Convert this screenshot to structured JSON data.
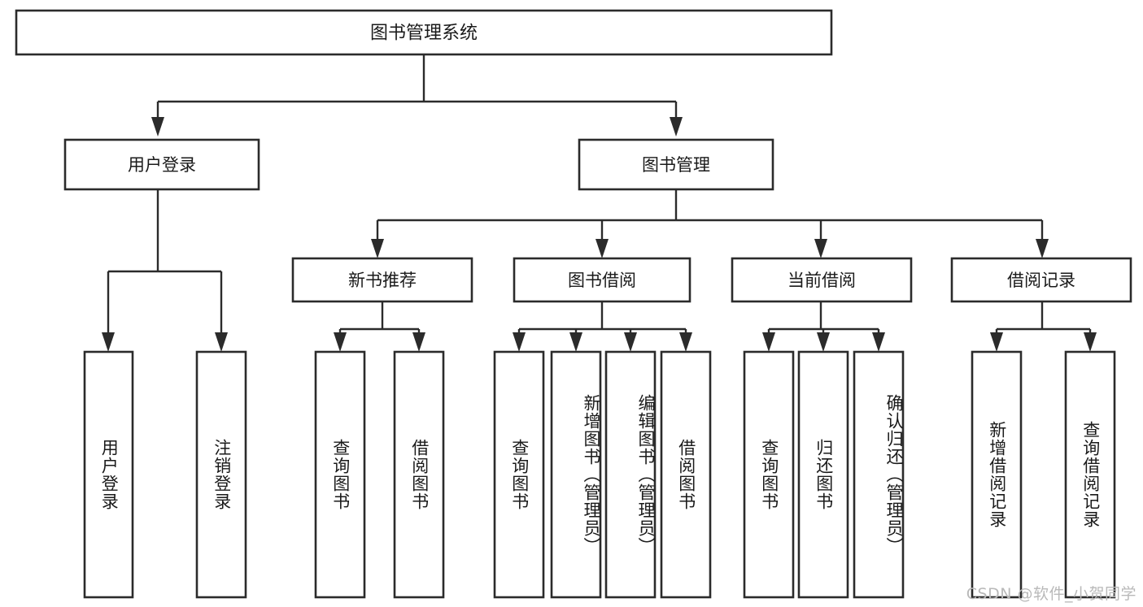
{
  "diagram": {
    "type": "tree",
    "title": "图书管理系统",
    "watermark": "CSDN @软件_小贺同学",
    "colors": {
      "box_stroke": "#2b2b2b",
      "box_fill": "#ffffff",
      "text": "#1a1a1a",
      "edge": "#2b2b2b",
      "watermark": "#b9b9b9",
      "background": "#ffffff"
    },
    "root": {
      "label": "图书管理系统"
    },
    "level1": [
      {
        "label": "用户登录"
      },
      {
        "label": "图书管理"
      }
    ],
    "level2": [
      {
        "label": "新书推荐"
      },
      {
        "label": "图书借阅"
      },
      {
        "label": "当前借阅"
      },
      {
        "label": "借阅记录"
      }
    ],
    "leaves": [
      {
        "label": "用户登录",
        "parent": "用户登录"
      },
      {
        "label": "注销登录",
        "parent": "用户登录"
      },
      {
        "label": "查询图书",
        "parent": "新书推荐"
      },
      {
        "label": "借阅图书",
        "parent": "新书推荐"
      },
      {
        "label": "查询图书",
        "parent": "图书借阅"
      },
      {
        "label": "新增图书（管理员）",
        "parent": "图书借阅"
      },
      {
        "label": "编辑图书（管理员）",
        "parent": "图书借阅"
      },
      {
        "label": "借阅图书",
        "parent": "图书借阅"
      },
      {
        "label": "查询图书",
        "parent": "当前借阅"
      },
      {
        "label": "归还图书",
        "parent": "当前借阅"
      },
      {
        "label": "确认归还（管理员）",
        "parent": "当前借阅"
      },
      {
        "label": "新增借阅记录",
        "parent": "借阅记录"
      },
      {
        "label": "查询借阅记录",
        "parent": "借阅记录"
      }
    ]
  }
}
